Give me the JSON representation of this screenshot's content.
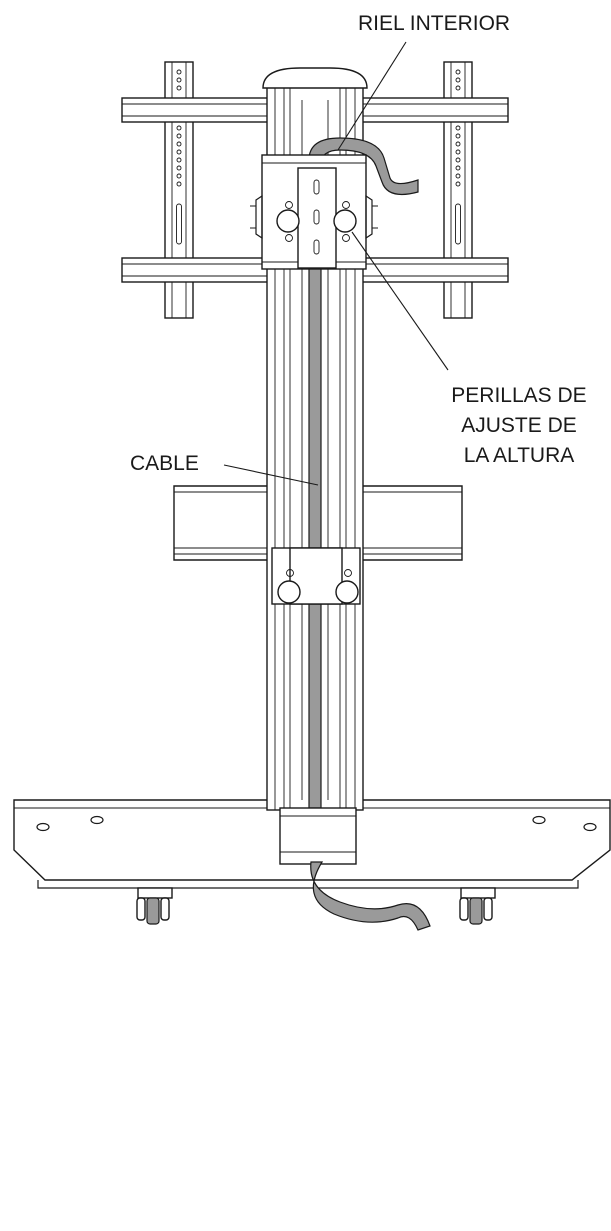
{
  "labels": {
    "inner_rail": "RIEL INTERIOR",
    "height_knobs": [
      "PERILLAS DE",
      "AJUSTE DE",
      "LA ALTURA"
    ],
    "cable": "CABLE"
  }
}
